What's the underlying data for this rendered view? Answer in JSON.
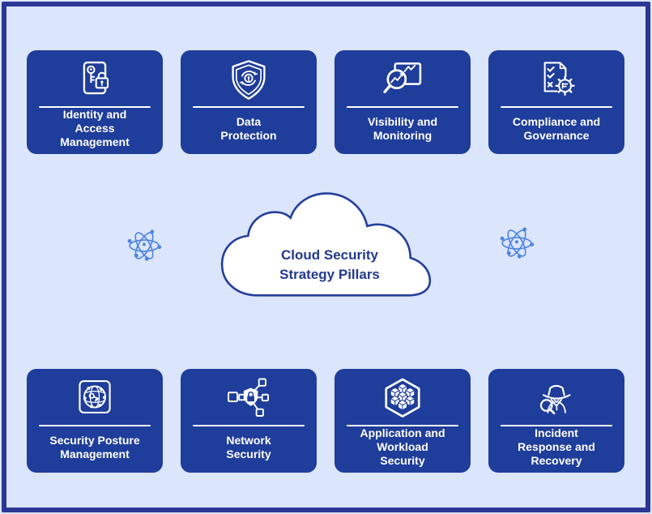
{
  "theme": {
    "background": "#dbe5fb",
    "frame_border": "#2b3695",
    "card_background": "#1f3d9a",
    "card_text": "#ffffff",
    "divider": "#ffffff",
    "cloud_fill": "#ffffff",
    "cloud_border": "#24409c",
    "cloud_text": "#23398f",
    "atom_accent": "#4d84e0"
  },
  "cloud": {
    "title": "Cloud Security\nStrategy Pillars"
  },
  "decorations": {
    "left_icon": "atom-icon",
    "right_icon": "atom-icon"
  },
  "pillars": {
    "top": [
      {
        "label": "Identity and\nAccess\nManagement",
        "icon": "identity-access-icon"
      },
      {
        "label": "Data\nProtection",
        "icon": "data-protection-shield-icon"
      },
      {
        "label": "Visibility and\nMonitoring",
        "icon": "monitoring-magnifier-icon"
      },
      {
        "label": "Compliance and\nGovernance",
        "icon": "compliance-checklist-gear-icon"
      }
    ],
    "bottom": [
      {
        "label": "Security Posture\nManagement",
        "icon": "security-posture-globe-icon"
      },
      {
        "label": "Network\nSecurity",
        "icon": "network-security-icon"
      },
      {
        "label": "Application and\nWorkload\nSecurity",
        "icon": "application-workload-cubes-icon"
      },
      {
        "label": "Incident\nResponse and\nRecovery",
        "icon": "incident-response-detective-icon"
      }
    ]
  }
}
